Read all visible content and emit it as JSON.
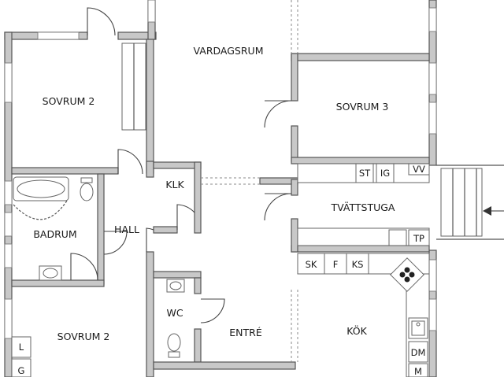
{
  "rooms": {
    "vardagsrum": "VARDAGSRUM",
    "sovrum2_top": "SOVRUM 2",
    "sovrum3": "SOVRUM 3",
    "klk": "KLK",
    "tvattstuga": "TVÄTTSTUGA",
    "badrum": "BADRUM",
    "hall": "HALL",
    "wc": "WC",
    "sovrum2_bottom": "SOVRUM 2",
    "entre": "ENTRÉ",
    "kok": "KÖK"
  },
  "fixtures": {
    "st": "ST",
    "ig": "IG",
    "vv": "VV",
    "tp": "TP",
    "sk": "SK",
    "f": "F",
    "ks": "KS",
    "dm": "DM",
    "m": "M",
    "l": "L",
    "g": "G"
  }
}
